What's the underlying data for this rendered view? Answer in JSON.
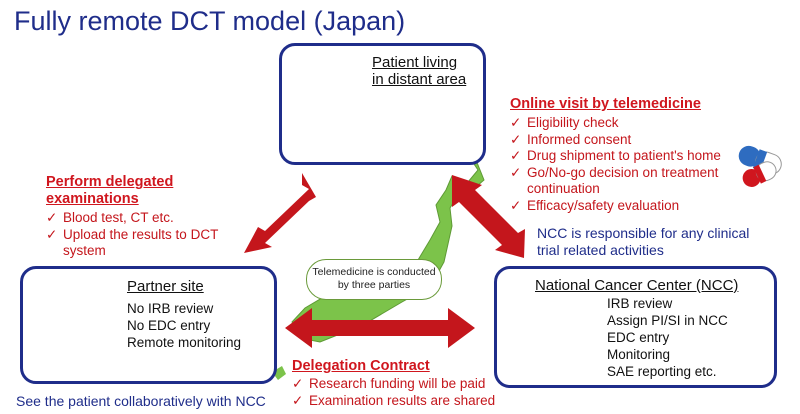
{
  "title": "Fully remote DCT model (Japan)",
  "patient": {
    "title_line1": "Patient living",
    "title_line2": "in distant area"
  },
  "online_visit": {
    "heading": "Online visit by telemedicine",
    "items": [
      "Eligibility check",
      "Informed consent",
      "Drug shipment to patient's home",
      "Go/No-go decision on treatment",
      "continuation",
      "Efficacy/safety evaluation"
    ]
  },
  "delegated": {
    "heading_line1": "Perform delegated",
    "heading_line2": "examinations",
    "items": [
      "Blood test, CT etc.",
      "Upload the results to DCT",
      "system"
    ]
  },
  "ncc_note": {
    "line1": "NCC is responsible for any clinical",
    "line2": "trial related activities"
  },
  "partner": {
    "title": "Partner site",
    "lines": [
      "No IRB review",
      "No EDC entry",
      "Remote monitoring"
    ]
  },
  "ncc": {
    "title": "National Cancer Center (NCC)",
    "lines": [
      "IRB review",
      "Assign PI/SI in NCC",
      "EDC entry",
      "Monitoring",
      "SAE reporting etc."
    ]
  },
  "bubble": {
    "line1": "Telemedicine is conducted",
    "line2": "by three parties"
  },
  "contract": {
    "heading": "Delegation Contract",
    "items": [
      "Research funding will be paid",
      "Examination results are shared"
    ]
  },
  "footer": "See the patient collaboratively with NCC",
  "colors": {
    "navy": "#1f2d8a",
    "red": "#c4161c",
    "map_green": "#7cc34a"
  }
}
